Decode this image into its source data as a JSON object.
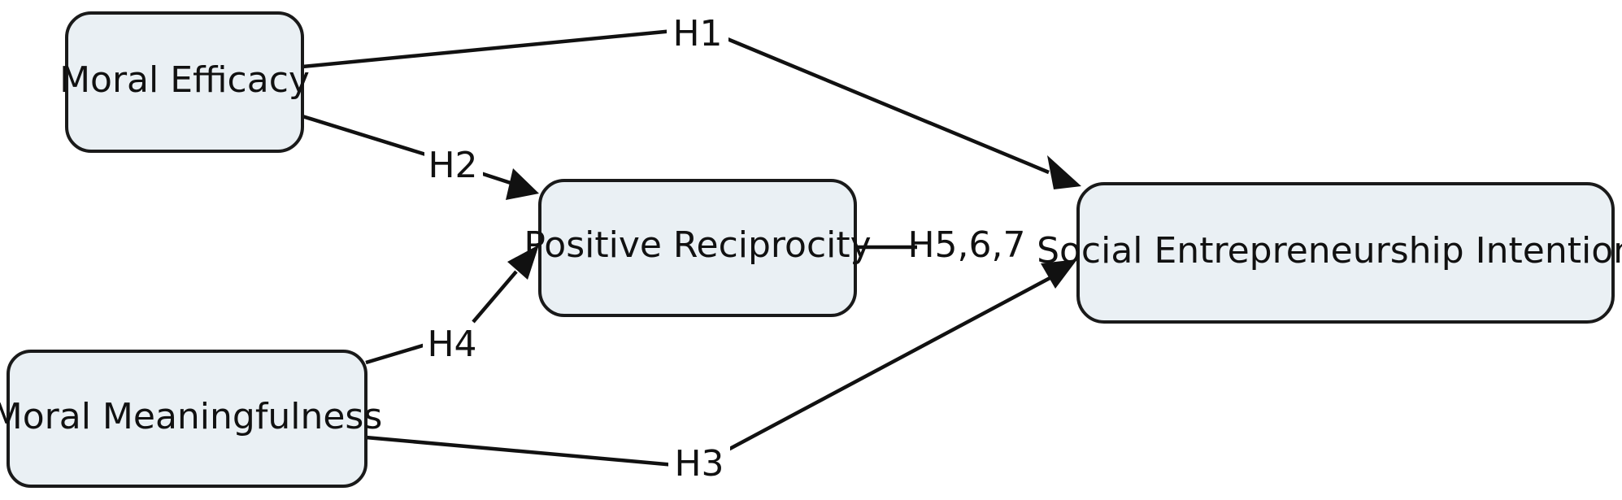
{
  "diagram": {
    "nodes": {
      "moral_efficacy": "Moral Efficacy",
      "positive_reciprocity": "Positive Reciprocity",
      "moral_meaningfulness": "Moral Meaningfulness",
      "social_entrepreneurship_intentions": "Social Entrepreneurship Intentions"
    },
    "edges": {
      "h1": "H1",
      "h2": "H2",
      "h3": "H3",
      "h4": "H4",
      "h5_6_7": "H5,6,7"
    },
    "colors": {
      "node_fill": "#eaf0f4",
      "stroke": "#1a1a1a"
    }
  }
}
